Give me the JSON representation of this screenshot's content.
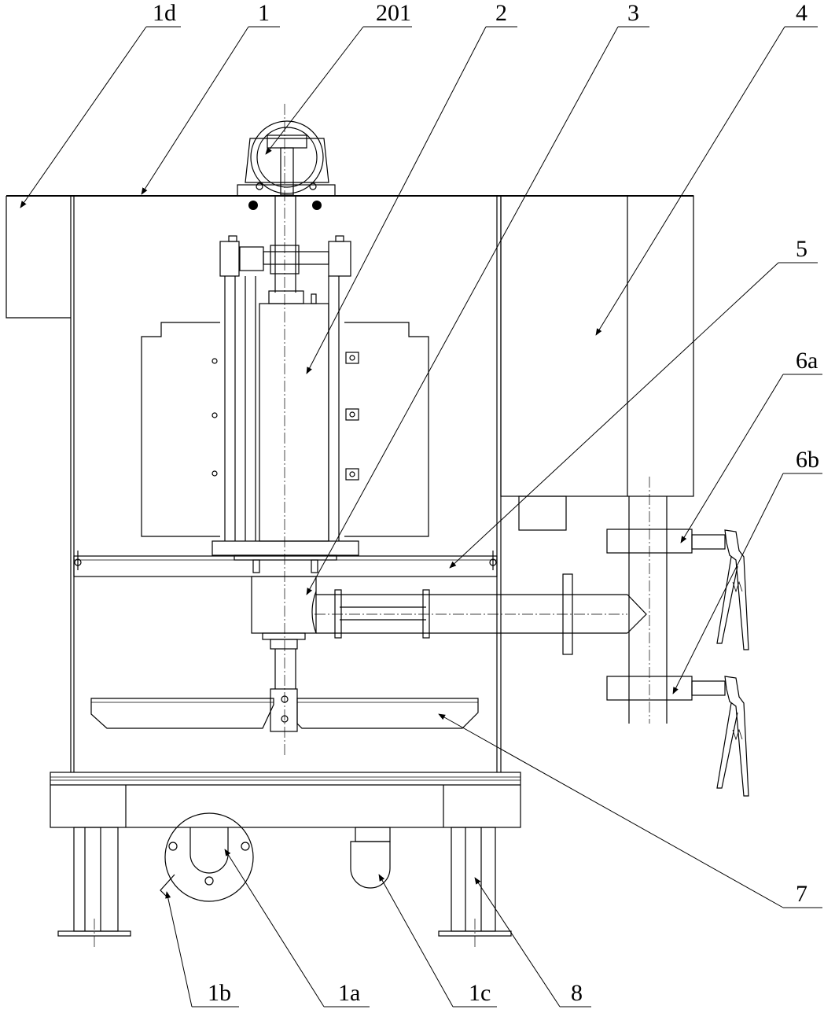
{
  "labels": {
    "l1d": "1d",
    "l1": "1",
    "l201": "201",
    "l2": "2",
    "l3": "3",
    "l4": "4",
    "l5": "5",
    "l6a": "6a",
    "l6b": "6b",
    "l7": "7",
    "l1b": "1b",
    "l1a": "1a",
    "l1c": "1c",
    "l8": "8"
  }
}
